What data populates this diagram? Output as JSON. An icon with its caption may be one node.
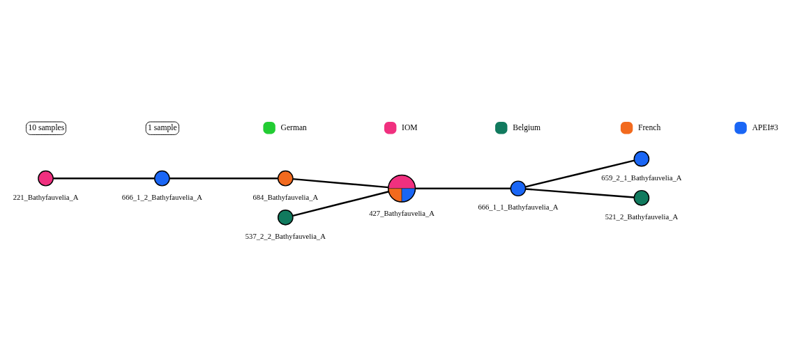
{
  "diagram": {
    "nodes": [
      {
        "text": [],
        "shape": "circle",
        "beside": [
          "221_Bathyfauvelia_A"
        ]
      },
      {
        "text": [],
        "shape": "circle",
        "beside": [
          "666_1_2_Bathyfauvelia_A"
        ]
      },
      {
        "text": [],
        "shape": "circle",
        "beside": [
          "537_2_2_Bathyfauvelia_A"
        ]
      },
      {
        "text": [],
        "shape": "circle",
        "beside": [
          "684_Bathyfauvelia_A"
        ]
      },
      {
        "text": [],
        "shape": "circle",
        "beside": [
          "427_Bathyfauvelia_A"
        ]
      },
      {
        "text": [],
        "shape": "circle",
        "beside": [
          "666_1_1_Bathyfauvelia_A"
        ]
      },
      {
        "text": [],
        "shape": "circle",
        "beside": [
          "659_2_1_Bathyfauvelia_A"
        ]
      },
      {
        "text": [],
        "shape": "circle",
        "beside": [
          "521_2_Bathyfauvelia_A"
        ]
      }
    ],
    "edges": [
      {
        "from": 0,
        "to": 1,
        "arrow": "none"
      },
      {
        "from": 1,
        "to": 3,
        "arrow": "none"
      },
      {
        "from": 3,
        "to": 4,
        "arrow": "none"
      },
      {
        "from": 2,
        "to": 4,
        "arrow": "none"
      },
      {
        "from": 4,
        "to": 5,
        "arrow": "none"
      },
      {
        "from": 5,
        "to": 6,
        "arrow": "none"
      },
      {
        "from": 5,
        "to": 7,
        "arrow": "none"
      }
    ],
    "legend": [
      {
        "text": "10 samples"
      },
      {
        "text": "1 sample"
      },
      {
        "text": "German",
        "color": "#22cc33"
      },
      {
        "text": "IOM",
        "color": "#f0307f"
      },
      {
        "text": "Belgium",
        "color": "#117a5e"
      },
      {
        "text": "French",
        "color": "#f26a1e"
      },
      {
        "text": "APEI#3",
        "color": "#1a66f5"
      }
    ]
  }
}
